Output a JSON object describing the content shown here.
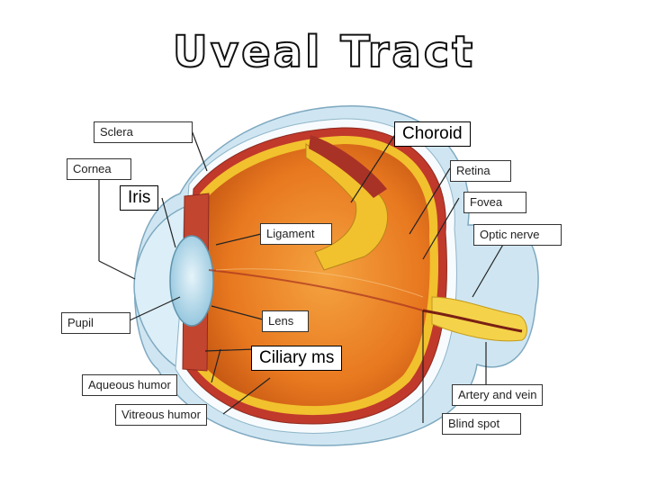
{
  "title": "Uveal Tract",
  "labels": {
    "sclera": "Sclera",
    "choroid": "Choroid",
    "cornea": "Cornea",
    "retina": "Retina",
    "iris": "Iris",
    "fovea": "Fovea",
    "ligament": "Ligament",
    "optic_nerve": "Optic nerve",
    "pupil": "Pupil",
    "lens": "Lens",
    "ciliary": "Ciliary ms",
    "aqueous": "Aqueous humor",
    "artery_vein": "Artery and vein",
    "vitreous": "Vitreous humor",
    "blind_spot": "Blind spot"
  },
  "colors": {
    "sclera_outer": "#cfe6f2",
    "sclera_white": "#f7fbfd",
    "choroid": "#c0392b",
    "retina": "#f2c12e",
    "vitreous": "#e8781f",
    "lens": "#a9d4e8",
    "nerve": "#f4d24a"
  }
}
